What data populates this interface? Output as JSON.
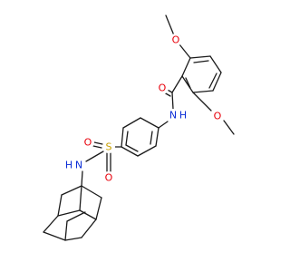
{
  "molecule": {
    "colors": {
      "bond": "#1a1a1a",
      "oxygen": "#e8000b",
      "nitrogen": "#0a2cd6",
      "sulfur": "#c9a000"
    },
    "atoms": {
      "o_methoxy_top": "O",
      "o_carbonyl": "O",
      "nh_amide": "N",
      "h_amide": "H",
      "o_methoxy_bottom": "O",
      "s_sulfonyl": "S",
      "o_sulfonyl_left": "O",
      "o_sulfonyl_bottom": "O",
      "n_sulfonamide": "N",
      "h_sulfonamide": "H"
    }
  }
}
